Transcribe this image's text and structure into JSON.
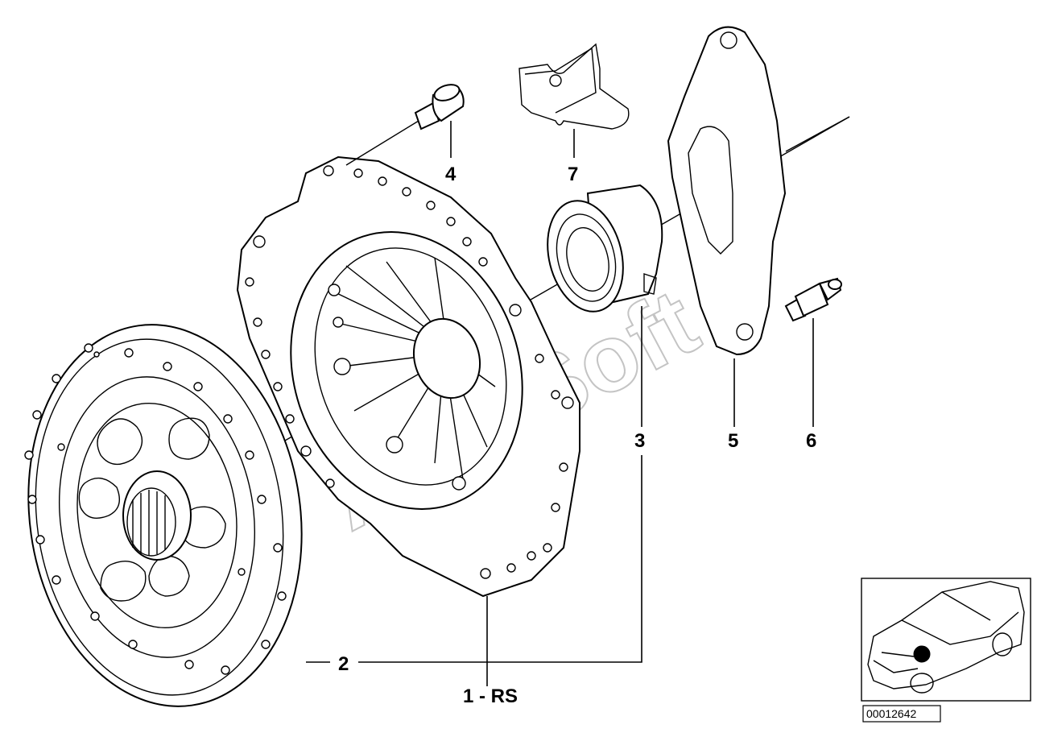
{
  "labels": {
    "pressure_plate": "1 - RS",
    "clutch_disc": "2",
    "release_bearing": "3",
    "bolt": "4",
    "guide_sleeve_plate": "5",
    "bolt_short": "6",
    "clip": "7"
  },
  "watermark": "AutoSoft",
  "reference_number": "00012642",
  "colors": {
    "ink": "#000000",
    "watermark": "#c4c4c4",
    "background": "#ffffff"
  }
}
